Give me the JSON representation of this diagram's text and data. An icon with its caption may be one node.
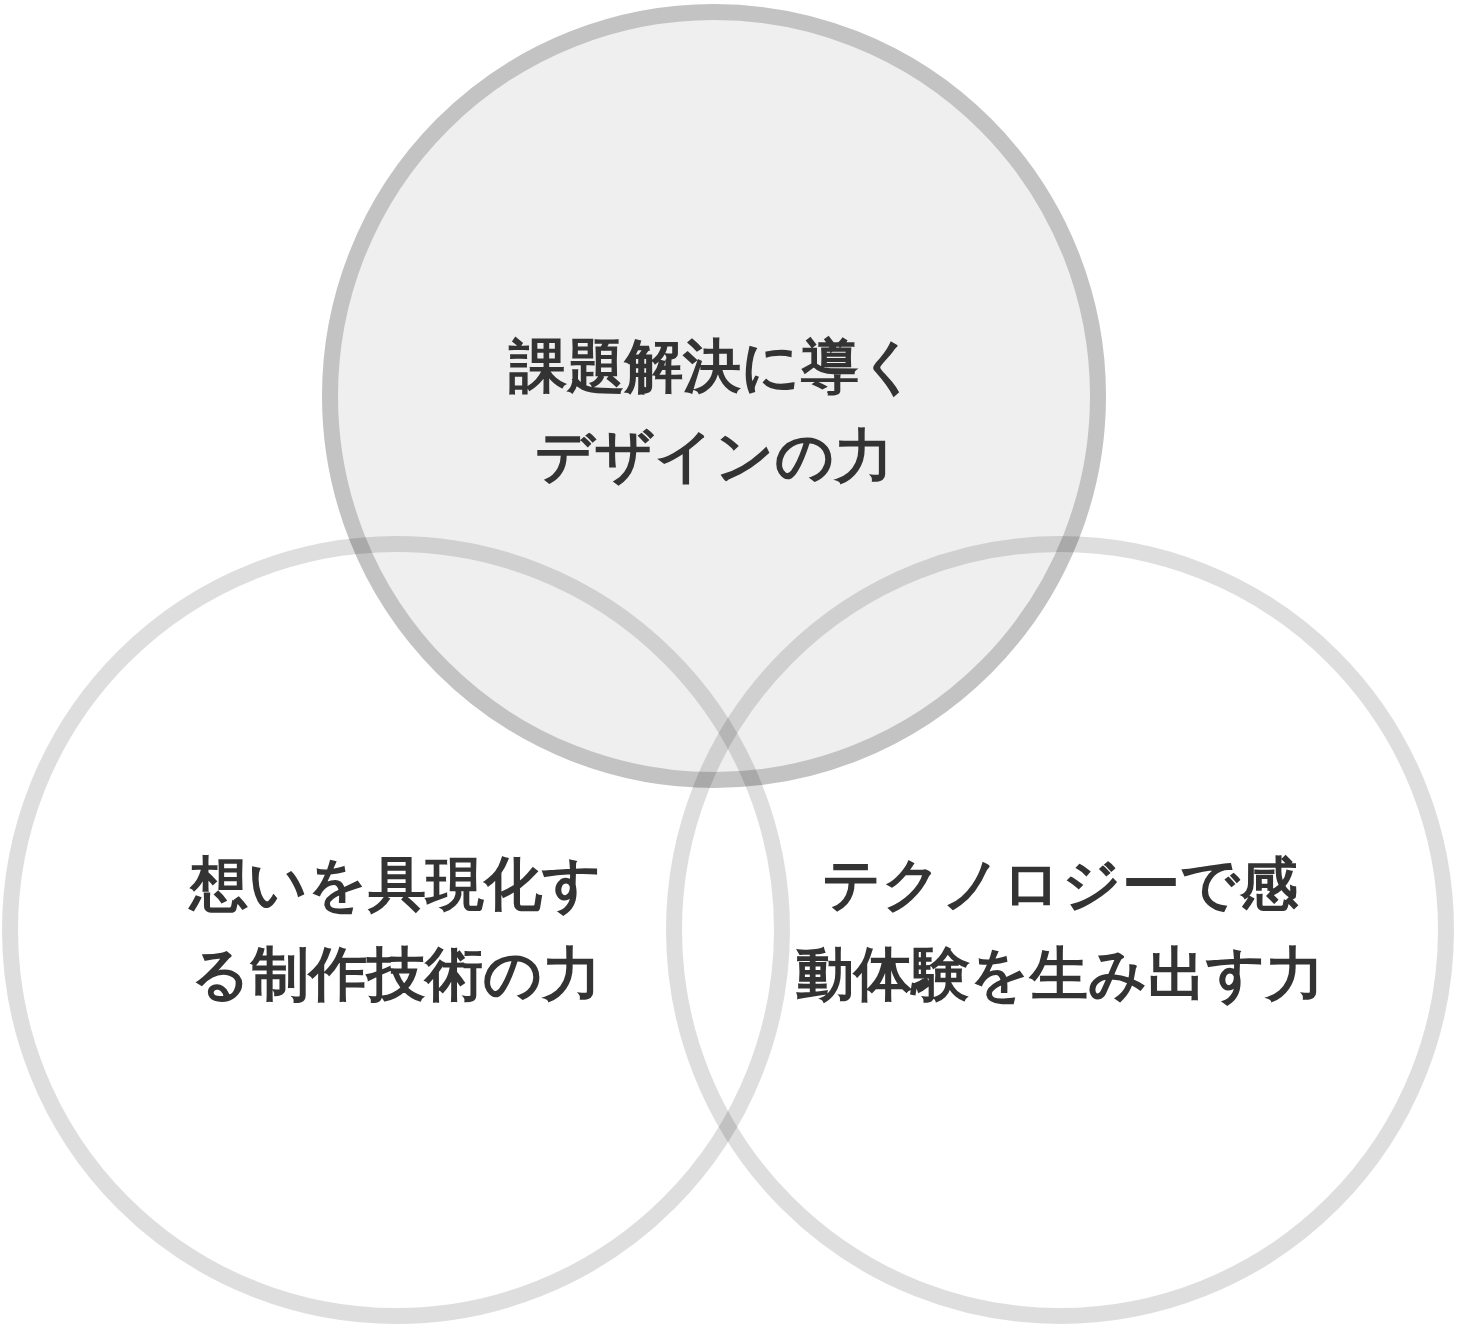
{
  "diagram": {
    "nodes": [
      {
        "text": [
          "課題解決に導くデザインの力"
        ]
      },
      {
        "text": [
          "想いを具現化する制作技術の力"
        ]
      },
      {
        "text": [
          "テクノロジーで感動体験を生み出す力"
        ]
      }
    ]
  }
}
